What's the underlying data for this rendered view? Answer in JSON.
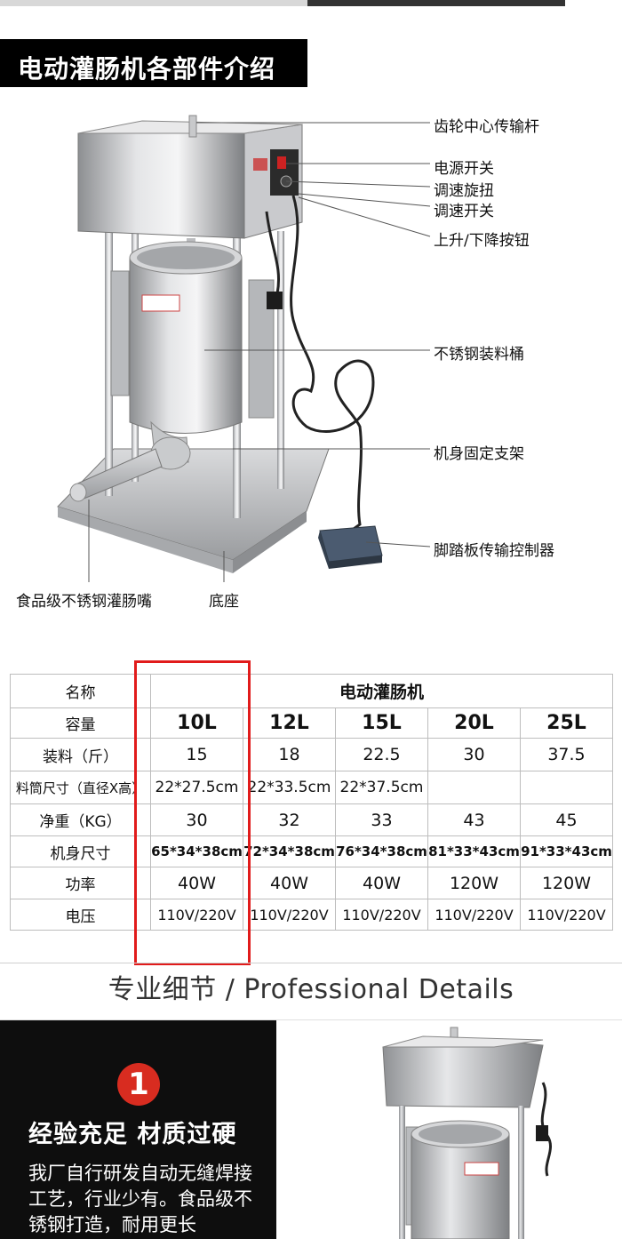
{
  "header": {
    "title": "电动灌肠机各部件介绍"
  },
  "callouts": [
    "齿轮中心传输杆",
    "电源开关",
    "调速旋扭",
    "调速开关",
    "上升/下降按钮",
    "不锈钢装料桶",
    "机身固定支架",
    "脚踏板传输控制器",
    "食品级不锈钢灌肠嘴",
    "底座"
  ],
  "table": {
    "name_label": "名称",
    "product_name": "电动灌肠机",
    "rows": [
      {
        "label": "容量",
        "values": [
          "10L",
          "12L",
          "15L",
          "20L",
          "25L"
        ]
      },
      {
        "label": "装料（斤）",
        "values": [
          "15",
          "18",
          "22.5",
          "30",
          "37.5"
        ]
      },
      {
        "label": "料筒尺寸（直径X高）",
        "values": [
          "22*27.5cm",
          "22*33.5cm",
          "22*37.5cm",
          "",
          ""
        ]
      },
      {
        "label": "净重（KG）",
        "values": [
          "30",
          "32",
          "33",
          "43",
          "45"
        ]
      },
      {
        "label": "机身尺寸",
        "values": [
          "65*34*38cm",
          "72*34*38cm",
          "76*34*38cm",
          "81*33*43cm",
          "91*33*43cm"
        ]
      },
      {
        "label": "功率",
        "values": [
          "40W",
          "40W",
          "40W",
          "120W",
          "120W"
        ]
      },
      {
        "label": "电压",
        "values": [
          "110V/220V",
          "110V/220V",
          "110V/220V",
          "110V/220V",
          "110V/220V"
        ]
      }
    ]
  },
  "section": {
    "title": "专业细节 / Professional Details"
  },
  "detail": {
    "number": "1",
    "title": "经验充足  材质过硬",
    "body": "我厂自行研发自动无缝焊接工艺，行业少有。食品级不锈钢打造，耐用更长"
  },
  "colors": {
    "highlight": "#e11b1b",
    "badge": "#d82c20",
    "title_bg": "#000000",
    "panel_bg": "#0e0e0e"
  }
}
